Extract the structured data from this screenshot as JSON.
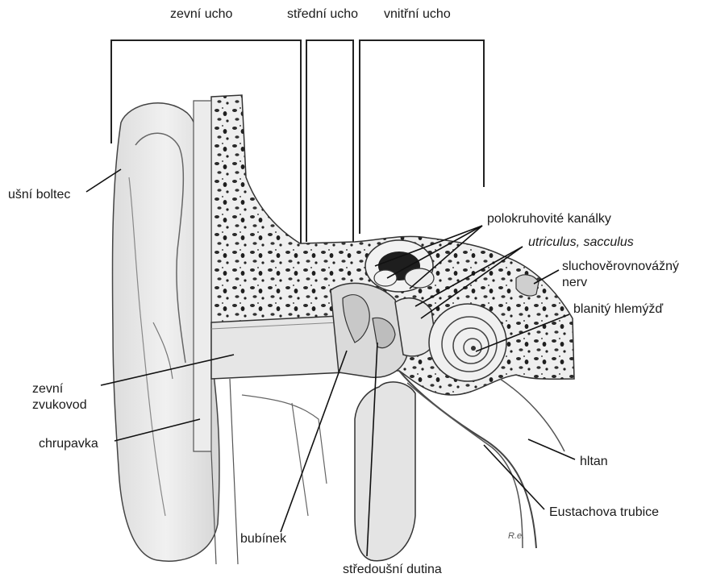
{
  "diagram": {
    "sections": {
      "outer_ear": "zevní ucho",
      "middle_ear": "střední ucho",
      "inner_ear": "vnitřní ucho"
    },
    "labels": {
      "auricle": "ušní boltec",
      "ear_canal_line1": "zevní",
      "ear_canal_line2": "zvukovod",
      "cartilage": "chrupavka",
      "eardrum": "bubínek",
      "tympanic_cavity": "středoušní dutina",
      "semicircular_canals": "polokruhovité kanálky",
      "utriculus": "utriculus, sacculus",
      "nerve_line1": "sluchověrovnovážný",
      "nerve_line2": "nerv",
      "cochlea": "blanitý hlemýžď",
      "pharynx": "hltan",
      "eustachian_tube": "Eustachova trubice"
    },
    "signature": "R.e."
  }
}
